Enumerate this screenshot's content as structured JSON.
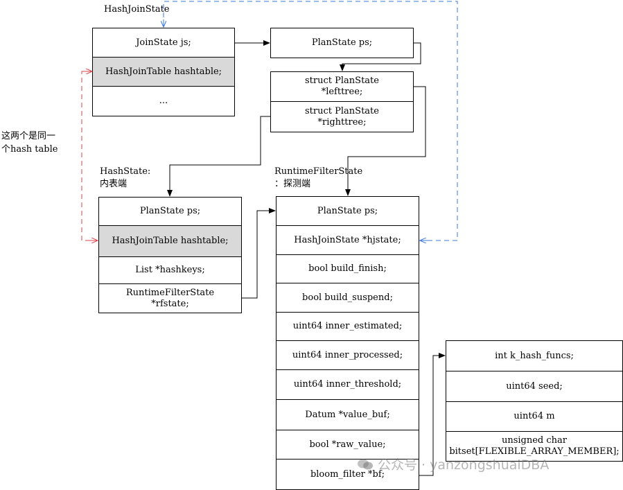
{
  "labels": {
    "hashjoinstate": "HashJoinState",
    "hashstate": "HashState:\n内表端",
    "runtimefilterstate": "RuntimeFilterState\n：探测端",
    "same_table_note": "这两个是同一\n个hash table"
  },
  "boxes": {
    "hashjoinstate": [
      "JoinState  js;",
      "HashJoinTable hashtable;",
      "..."
    ],
    "planstate": [
      "PlanState  ps;"
    ],
    "trees": [
      "struct PlanState\n*lefttree;",
      "struct PlanState\n*righttree;"
    ],
    "hashstate": [
      "PlanState  ps;",
      "HashJoinTable hashtable;",
      "List *hashkeys;",
      "RuntimeFilterState\n*rfstate;"
    ],
    "runtimefilterstate": [
      "PlanState  ps;",
      "HashJoinState *hjstate;",
      "bool build_finish;",
      "bool build_suspend;",
      "uint64 inner_estimated;",
      "uint64 inner_processed;",
      "uint64 inner_threshold;",
      "Datum *value_buf;",
      "bool  *raw_value;",
      "bloom_filter *bf;"
    ],
    "bloom_filter": [
      "int k_hash_funcs;",
      "uint64 seed;",
      "uint64 m",
      "unsigned char\nbitset[FLEXIBLE_ARRAY_MEMBER];"
    ]
  },
  "watermark": {
    "text": "公众号 · yanzongshuaiDBA",
    "icon": "wechat-icon"
  },
  "colors": {
    "red_dashed": "#e0404a",
    "blue_dashed": "#3a78d8",
    "highlight": "#d9d9d9"
  }
}
